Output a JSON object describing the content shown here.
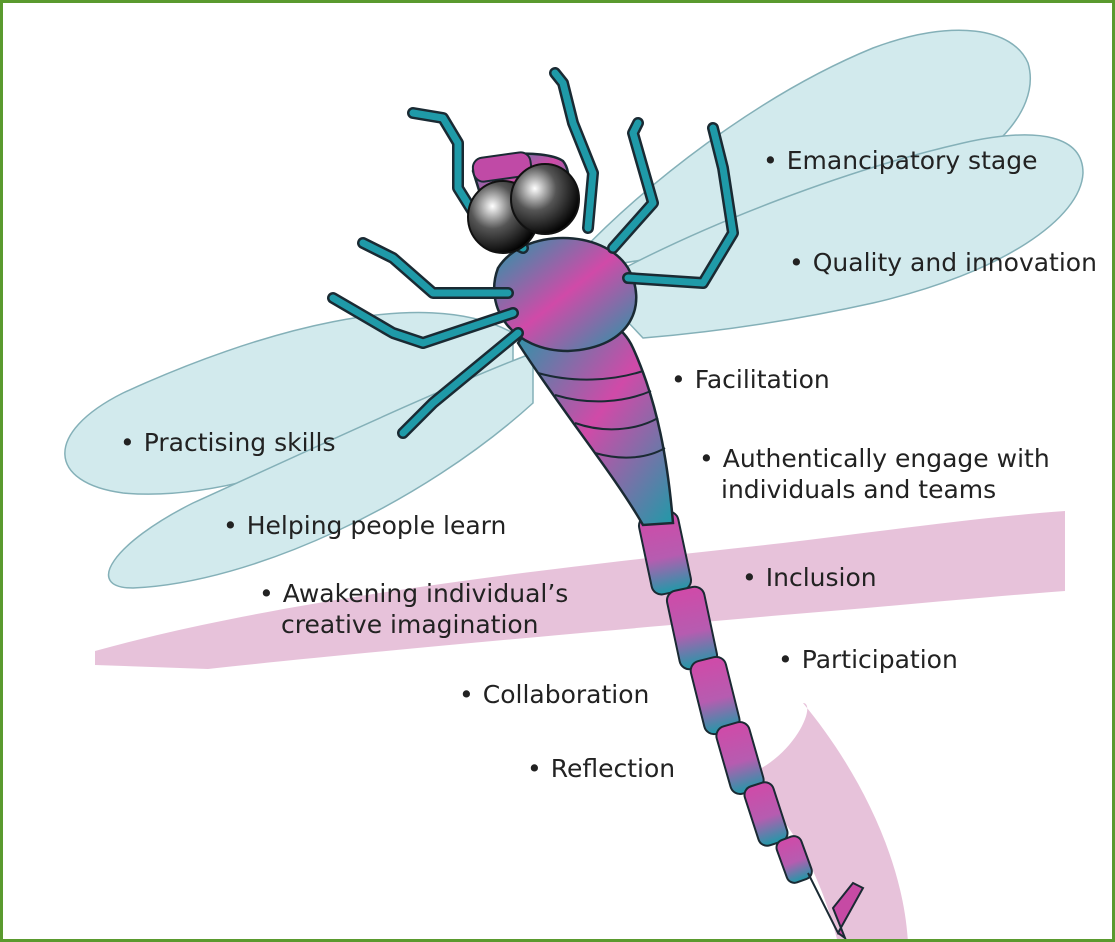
{
  "colors": {
    "frame_border": "#5a9a2e",
    "wing_fill": "#cfe9ec",
    "wing_stroke": "#7aaab2",
    "ribbon": "#e3b7d4",
    "body_teal": "#1f9aa8",
    "body_magenta": "#d04aa8",
    "outline": "#1a2a33",
    "text": "#222222"
  },
  "bullet": "•",
  "labels": {
    "emancipatory": "Emancipatory stage",
    "quality": "Quality and innovation",
    "facilitation": "Facilitation",
    "authentically_line1": "Authentically engage with",
    "authentically_line2": "individuals and teams",
    "inclusion": "Inclusion",
    "participation": "Participation",
    "practising": "Practising skills",
    "helping": "Helping people learn",
    "awakening_line1": "Awakening individual’s",
    "awakening_line2": "creative imagination",
    "collaboration": "Collaboration",
    "reflection": "Reflection"
  }
}
